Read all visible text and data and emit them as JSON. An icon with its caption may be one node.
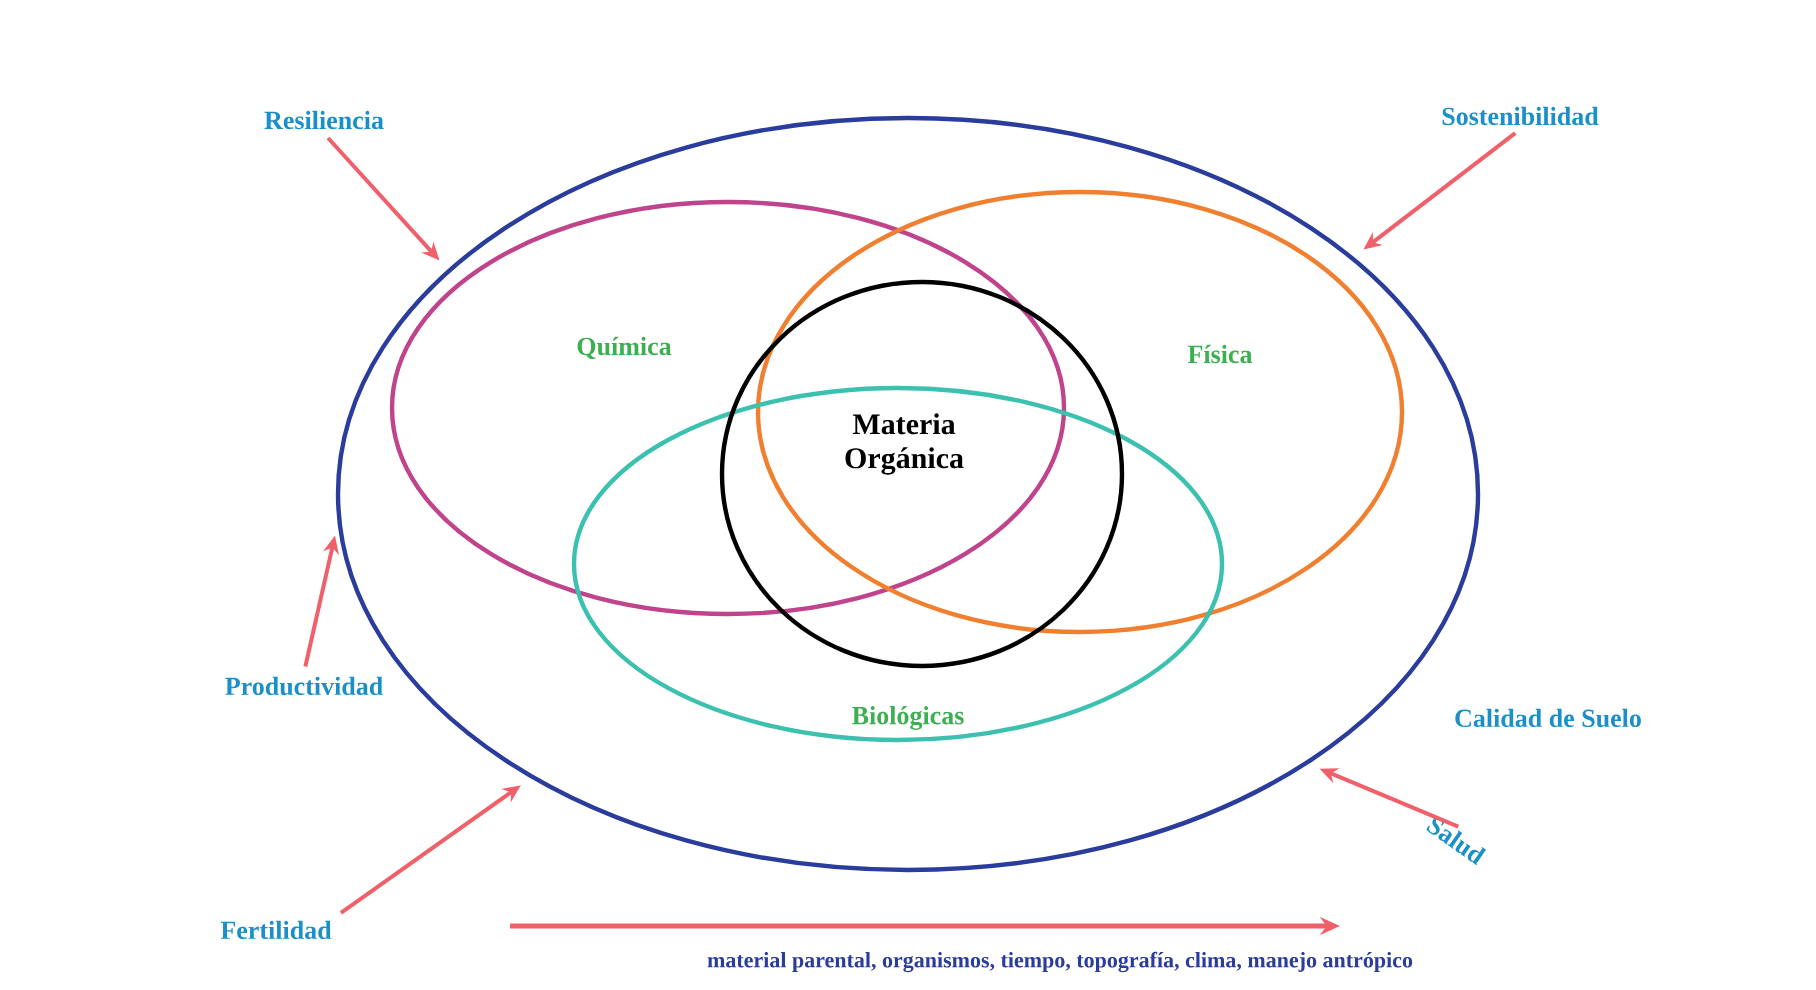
{
  "diagram": {
    "nodes": [
      {
        "text": [
          "Calidad de Suelo"
        ]
      },
      {
        "text": [
          "Química"
        ],
        "in": 0
      },
      {
        "text": [
          "Física"
        ],
        "in": 0
      },
      {
        "text": [
          "Biológicas"
        ],
        "in": 0
      },
      {
        "text": [
          "Materia Orgánica"
        ],
        "in": 0
      },
      {
        "text": [
          "Resiliencia"
        ]
      },
      {
        "text": [
          "Sostenibilidad"
        ]
      },
      {
        "text": [
          "Productividad"
        ]
      },
      {
        "text": [
          "Fertilidad"
        ]
      },
      {
        "text": [
          "Salud"
        ]
      }
    ],
    "edges": [
      {
        "from": 5,
        "to": 0,
        "arrow": "to"
      },
      {
        "from": 6,
        "to": 0,
        "arrow": "to"
      },
      {
        "from": 7,
        "to": 0,
        "arrow": "to"
      },
      {
        "from": 8,
        "to": 0,
        "arrow": "to"
      },
      {
        "from": 9,
        "to": 0,
        "arrow": "to"
      }
    ],
    "labels": [
      "material parental,  organismos, tiempo, topografía, clima,  manejo antrópico"
    ]
  }
}
